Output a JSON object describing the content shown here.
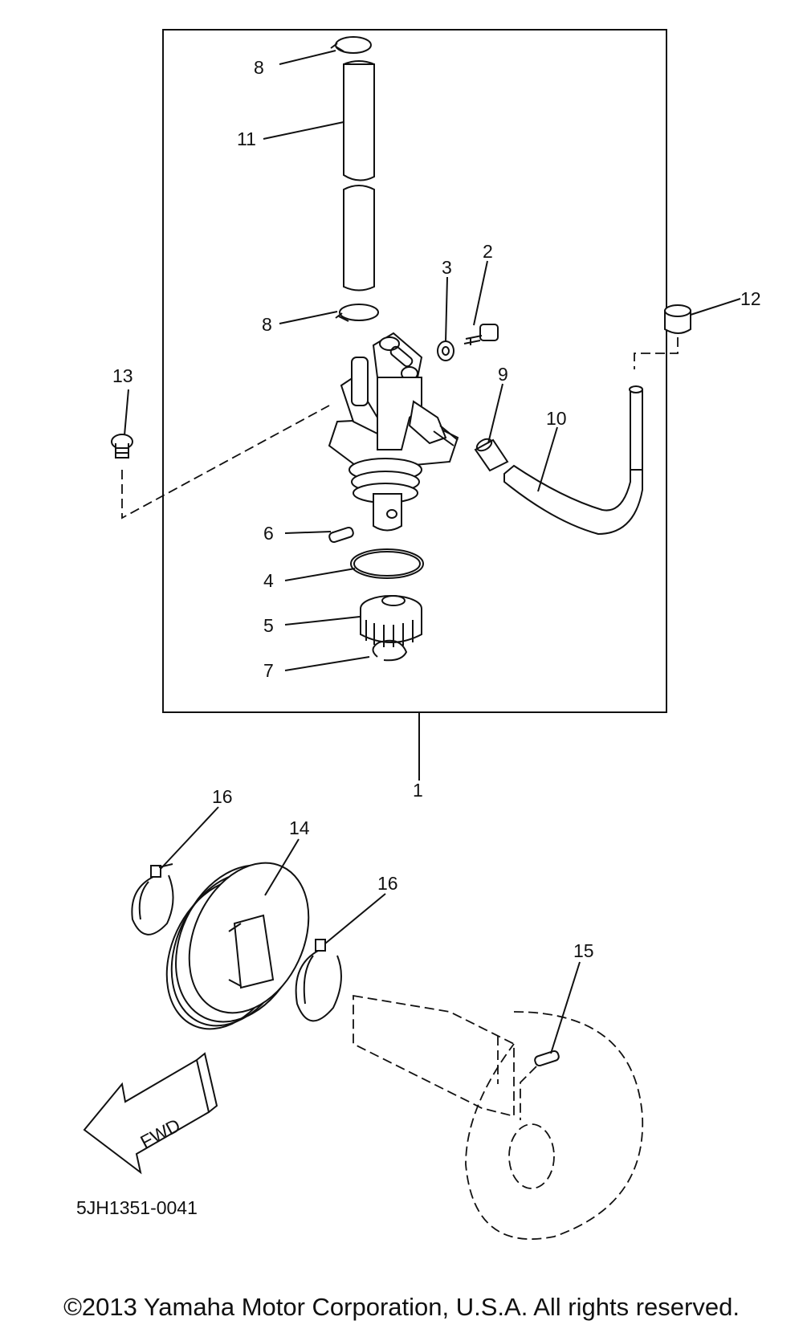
{
  "diagram": {
    "callouts": {
      "p1": "1",
      "p2": "2",
      "p3": "3",
      "p4": "4",
      "p5": "5",
      "p6": "6",
      "p7": "7",
      "p8a": "8",
      "p8b": "8",
      "p9": "9",
      "p10": "10",
      "p11": "11",
      "p12": "12",
      "p13": "13",
      "p14": "14",
      "p15": "15",
      "p16a": "16",
      "p16b": "16"
    },
    "fwd_label": "FWD",
    "drawing_code": "5JH1351-0041"
  },
  "footer": {
    "copyright": "©2013 Yamaha Motor Corporation, U.S.A. All rights reserved."
  }
}
